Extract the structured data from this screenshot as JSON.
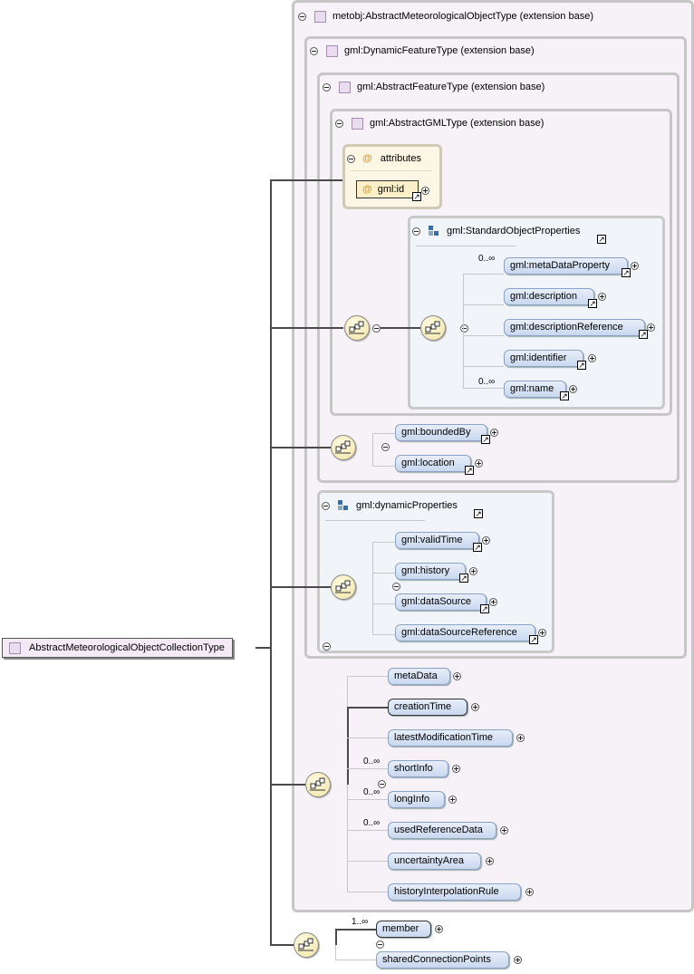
{
  "root": {
    "label": "AbstractMeteorologicalObjectCollectionType"
  },
  "types": {
    "metobj": "metobj:AbstractMeteorologicalObjectType (extension base)",
    "dynamic": "gml:DynamicFeatureType (extension base)",
    "feature": "gml:AbstractFeatureType (extension base)",
    "gmlbase": "gml:AbstractGMLType (extension base)"
  },
  "attributes": {
    "header": "attributes",
    "items": [
      "gml:id"
    ]
  },
  "standard_props": {
    "title": "gml:StandardObjectProperties",
    "elements": [
      "gml:metaDataProperty",
      "gml:description",
      "gml:descriptionReference",
      "gml:identifier",
      "gml:name"
    ],
    "occurrences": [
      "0..∞",
      "0..∞"
    ]
  },
  "feature_elements": [
    "gml:boundedBy",
    "gml:location"
  ],
  "dynamic_props": {
    "title": "gml:dynamicProperties",
    "elements": [
      "gml:validTime",
      "gml:history",
      "gml:dataSource",
      "gml:dataSourceReference"
    ]
  },
  "metobj_elements": [
    "metaData",
    "creationTime",
    "latestModificationTime",
    "shortInfo",
    "longInfo",
    "usedReferenceData",
    "uncertaintyArea",
    "historyInterpolationRule"
  ],
  "metobj_occurrences": [
    "0..∞",
    "0..∞",
    "0..∞"
  ],
  "collection_elements": [
    "member",
    "sharedConnectionPoints"
  ],
  "collection_occurrences": [
    "1..∞"
  ]
}
